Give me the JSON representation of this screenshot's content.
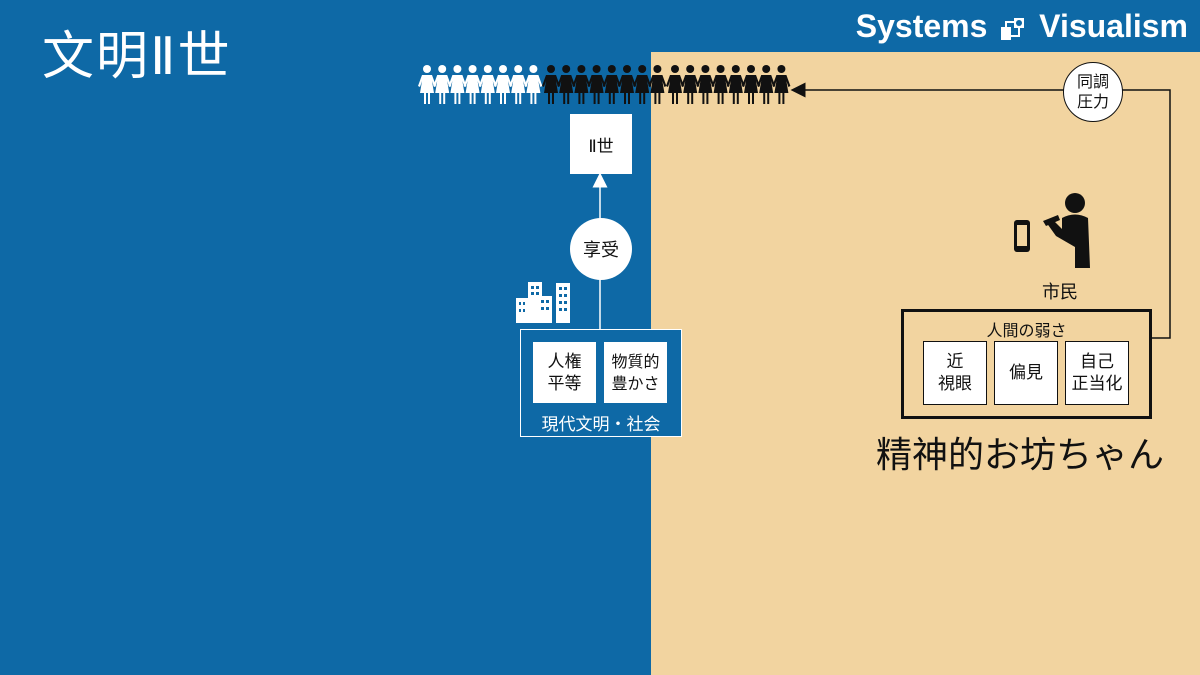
{
  "header": {
    "title": "文明Ⅱ世",
    "brand_left": "Systems",
    "brand_right": "Visualism"
  },
  "population": {
    "white_count": 8,
    "black_count_a": 8,
    "black_count_b": 8
  },
  "nodes": {
    "second_gen": "Ⅱ世",
    "enjoy": "享受",
    "peer_pressure": "同調\n圧力",
    "human_rights": "人権\n平等",
    "material_wealth": "物質的\n豊かさ",
    "civilization_label": "現代文明・社会",
    "citizen": "市民",
    "weakness_title": "人間の弱さ",
    "weakness_items": [
      "近\n視眼",
      "偏見",
      "自己\n正当化"
    ],
    "spoiled_child": "精神的お坊ちゃん"
  },
  "colors": {
    "left_bg": "#0e69a6",
    "right_bg": "#f2d4a0",
    "dark": "#111111",
    "white": "#ffffff"
  }
}
